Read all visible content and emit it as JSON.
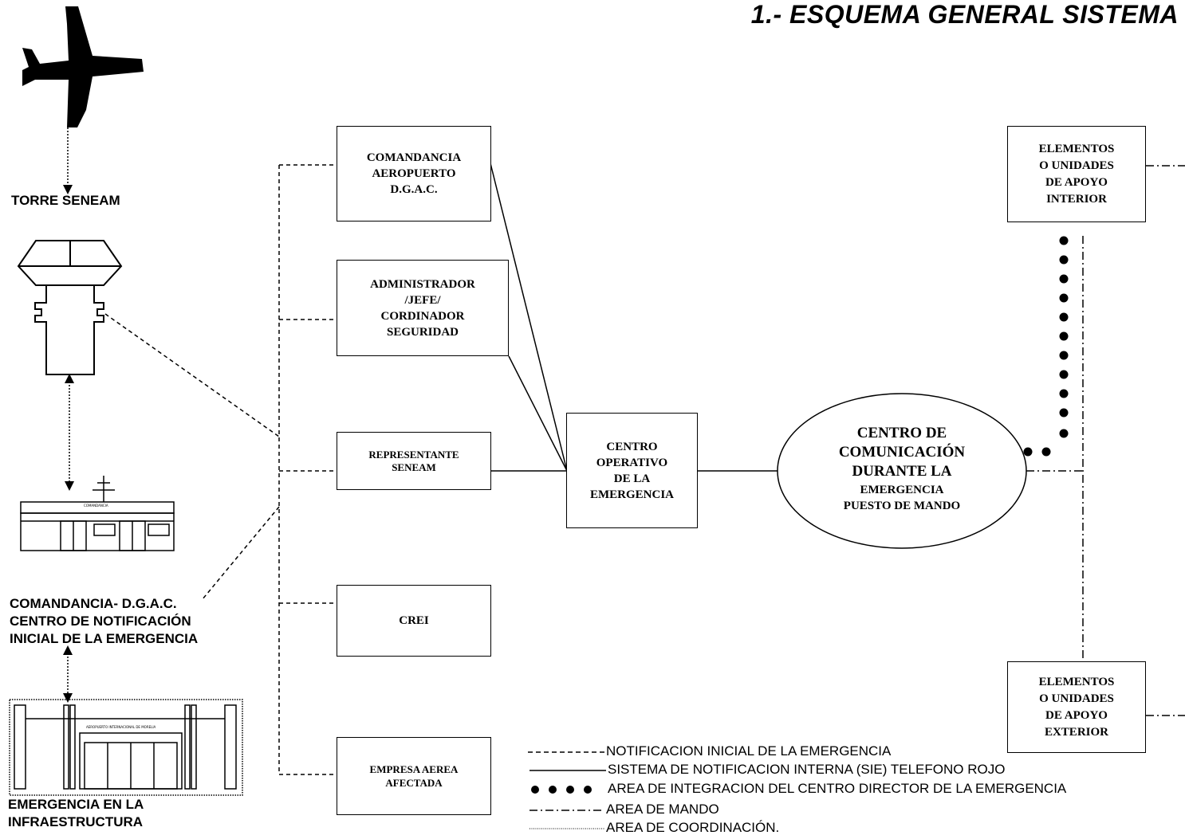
{
  "title": "1.- ESQUEMA GENERAL SISTEMA",
  "boxes": {
    "comandancia": "COMANDANCIA\nAEROPUERTO\nD.G.A.C.",
    "administrador": "ADMINISTRADOR\n/JEFE/\nCORDINADOR\nSEGURIDAD",
    "representante": "REPRESENTANTE\nSENEAM",
    "crei": "CREI",
    "empresa": "EMPRESA AEREA\nAFECTADA",
    "centro_operativo": "CENTRO\nOPERATIVO\nDE LA\nEMERGENCIA",
    "elementos_interior": "ELEMENTOS\nO UNIDADES\nDE APOYO\nINTERIOR",
    "elementos_exterior": "ELEMENTOS\nO UNIDADES\nDE APOYO\nEXTERIOR"
  },
  "ellipse": {
    "line1": "CENTRO DE",
    "line2": "COMUNICACIÓN",
    "line3": "DURANTE LA",
    "line4": "EMERGENCIA",
    "line5": "PUESTO DE MANDO"
  },
  "labels": {
    "torre": "TORRE SENEAM",
    "comandancia_left": "COMANDANCIA- D.G.A.C.\nCENTRO DE NOTIFICACIÓN\nINICIAL DE LA EMERGENCIA",
    "emergencia": "EMERGENCIA EN LA\nINFRAESTRUCTURA"
  },
  "building_signs": {
    "comandancia_sign": "COMANDANCIA",
    "terminal_sign": "AEROPUERTO INTERNACIONAL DE MORELIA"
  },
  "legend": [
    {
      "style": "dashed",
      "text": "NOTIFICACION INICIAL DE LA EMERGENCIA"
    },
    {
      "style": "solid",
      "text": "SISTEMA DE NOTIFICACION INTERNA (SIE) TELEFONO ROJO"
    },
    {
      "style": "dots",
      "text": "AREA DE INTEGRACION DEL CENTRO DIRECTOR DE LA EMERGENCIA"
    },
    {
      "style": "dashdot",
      "text": "AREA DE MANDO"
    },
    {
      "style": "dotted",
      "text": "AREA DE COORDINACIÓN."
    }
  ],
  "icons": [
    "airplane-icon",
    "control-tower-icon",
    "command-building-icon",
    "terminal-building-icon"
  ]
}
